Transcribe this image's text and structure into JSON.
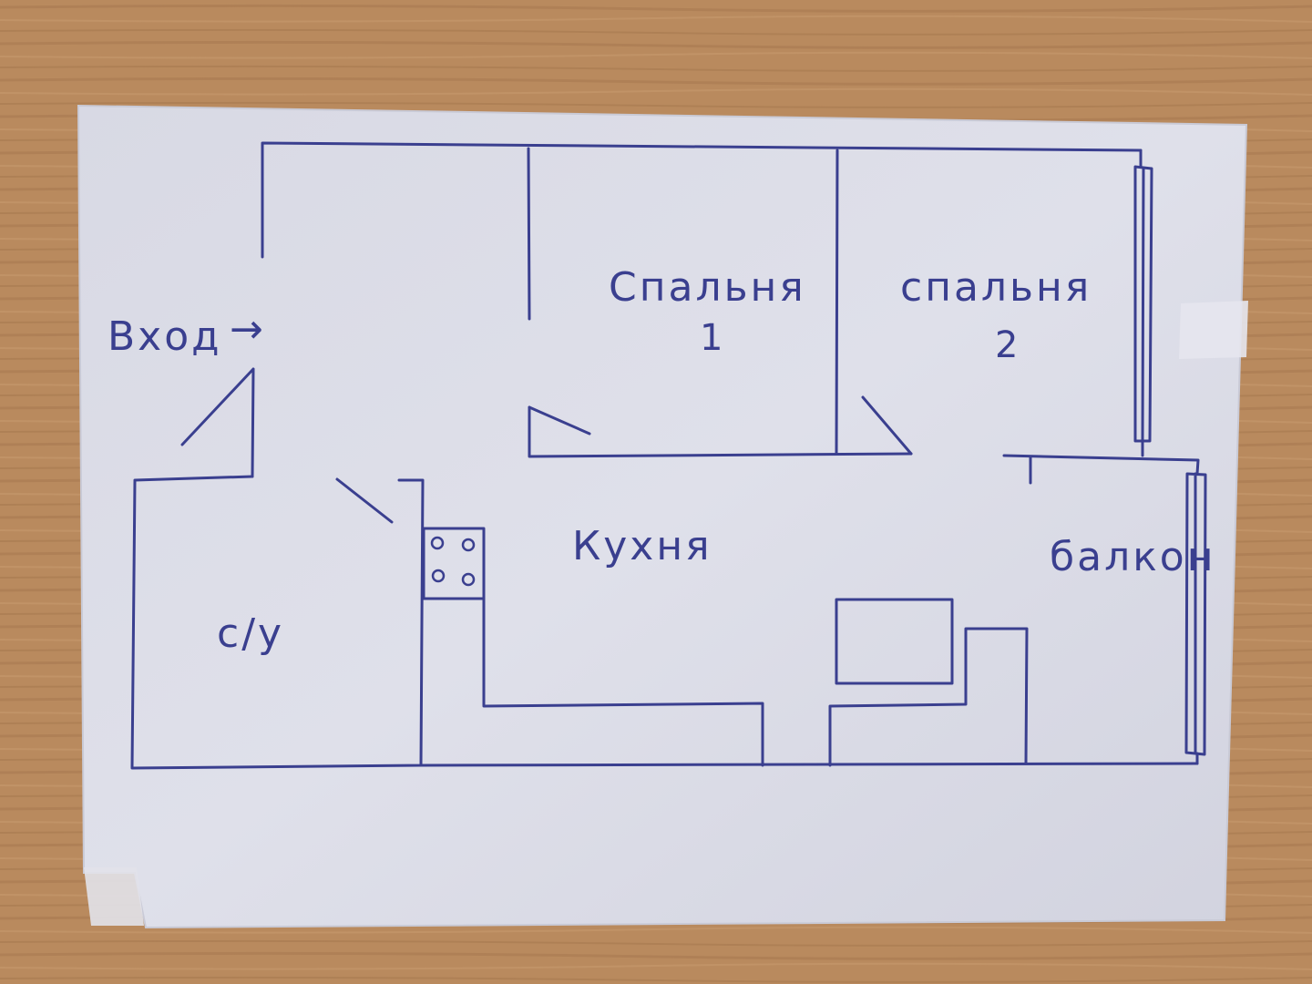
{
  "colors": {
    "table": "#b98a5e",
    "paper": "#dcdde7",
    "ink": "#3a3f8f"
  },
  "labels": {
    "entrance": "Вход",
    "entrance_arrow": "→",
    "bedroom1": "Спальня",
    "bedroom1_num": "1",
    "bedroom2": "спальня",
    "bedroom2_num": "2",
    "kitchen": "Кухня",
    "bathroom": "с/у",
    "balcony": "балкон"
  }
}
